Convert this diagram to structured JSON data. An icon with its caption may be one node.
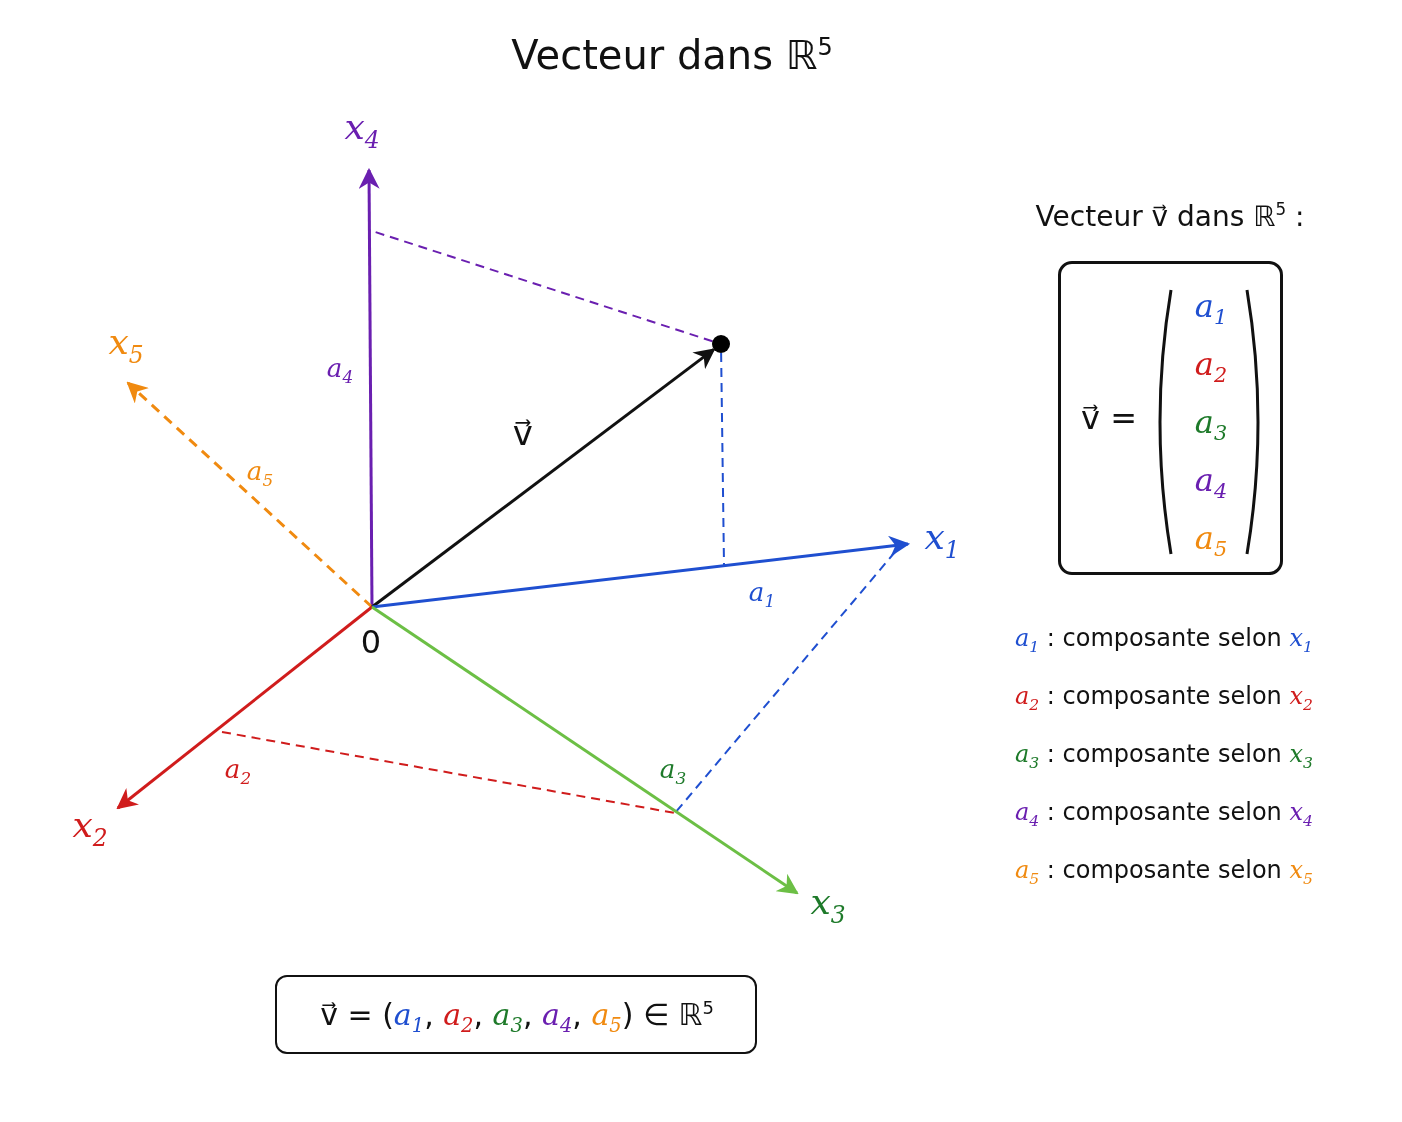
{
  "diagram": {
    "title": "Vecteur dans ℝ$^{5}$",
    "nodes": [
      {
        "text": [
          "x$_{4}$"
        ]
      },
      {
        "text": [
          "x$_{5}$"
        ]
      },
      {
        "text": [],
        "shape": "circle"
      },
      {
        "text": [
          "x$_{1}$"
        ]
      },
      {
        "text": [
          "x$_{2}$"
        ]
      },
      {
        "text": [
          "x$_{3}$"
        ]
      },
      {
        "text": [
          "v⃗ =",
          "a$_{1}$",
          "a$_{2}$",
          "a$_{3}$",
          "a$_{4}$",
          "a$_{5}$"
        ]
      },
      {
        "text": [
          "v⃗ = (a$_{1}$, a$_{2}$, a$_{3}$, a$_{4}$, a$_{5}$) ∈ ℝ$^{5}$"
        ]
      }
    ],
    "edges": [
      {
        "from": null,
        "to": 0,
        "arrow": "to",
        "color": "#6a1fb0"
      },
      {
        "from": null,
        "to": 1,
        "arrow": "to",
        "style": "dashed",
        "color": "#f08a10"
      },
      {
        "from": null,
        "to": 2,
        "arrow": "to",
        "label": "v⃗",
        "color": "#111111"
      },
      {
        "from": null,
        "to": 3,
        "arrow": "to",
        "color": "#1f4fd0"
      },
      {
        "from": null,
        "to": 4,
        "arrow": "to",
        "color": "#d01c1c"
      },
      {
        "from": null,
        "to": 5,
        "arrow": "to",
        "color": "#6cbf45"
      },
      {
        "from": 2,
        "to": null,
        "arrow": "none",
        "style": "dashed",
        "color": "#6a1fb0"
      },
      {
        "from": 2,
        "to": null,
        "arrow": "none",
        "style": "dashed",
        "color": "#1f4fd0"
      }
    ],
    "labels": [
      "Vecteur v⃗ dans ℝ$^{5}$ :",
      "a$_{4}$",
      "a$_{5}$",
      "a$_{1}$",
      "0",
      "a$_{2}$",
      "a$_{3}$",
      "a$_{1}$ : composante selon x$_{1}$",
      "a$_{2}$ : composante selon x$_{2}$",
      "a$_{3}$ : composante selon x$_{3}$",
      "a$_{4}$ : composante selon x$_{4}$",
      "a$_{5}$ : composante selon x$_{5}$"
    ]
  }
}
